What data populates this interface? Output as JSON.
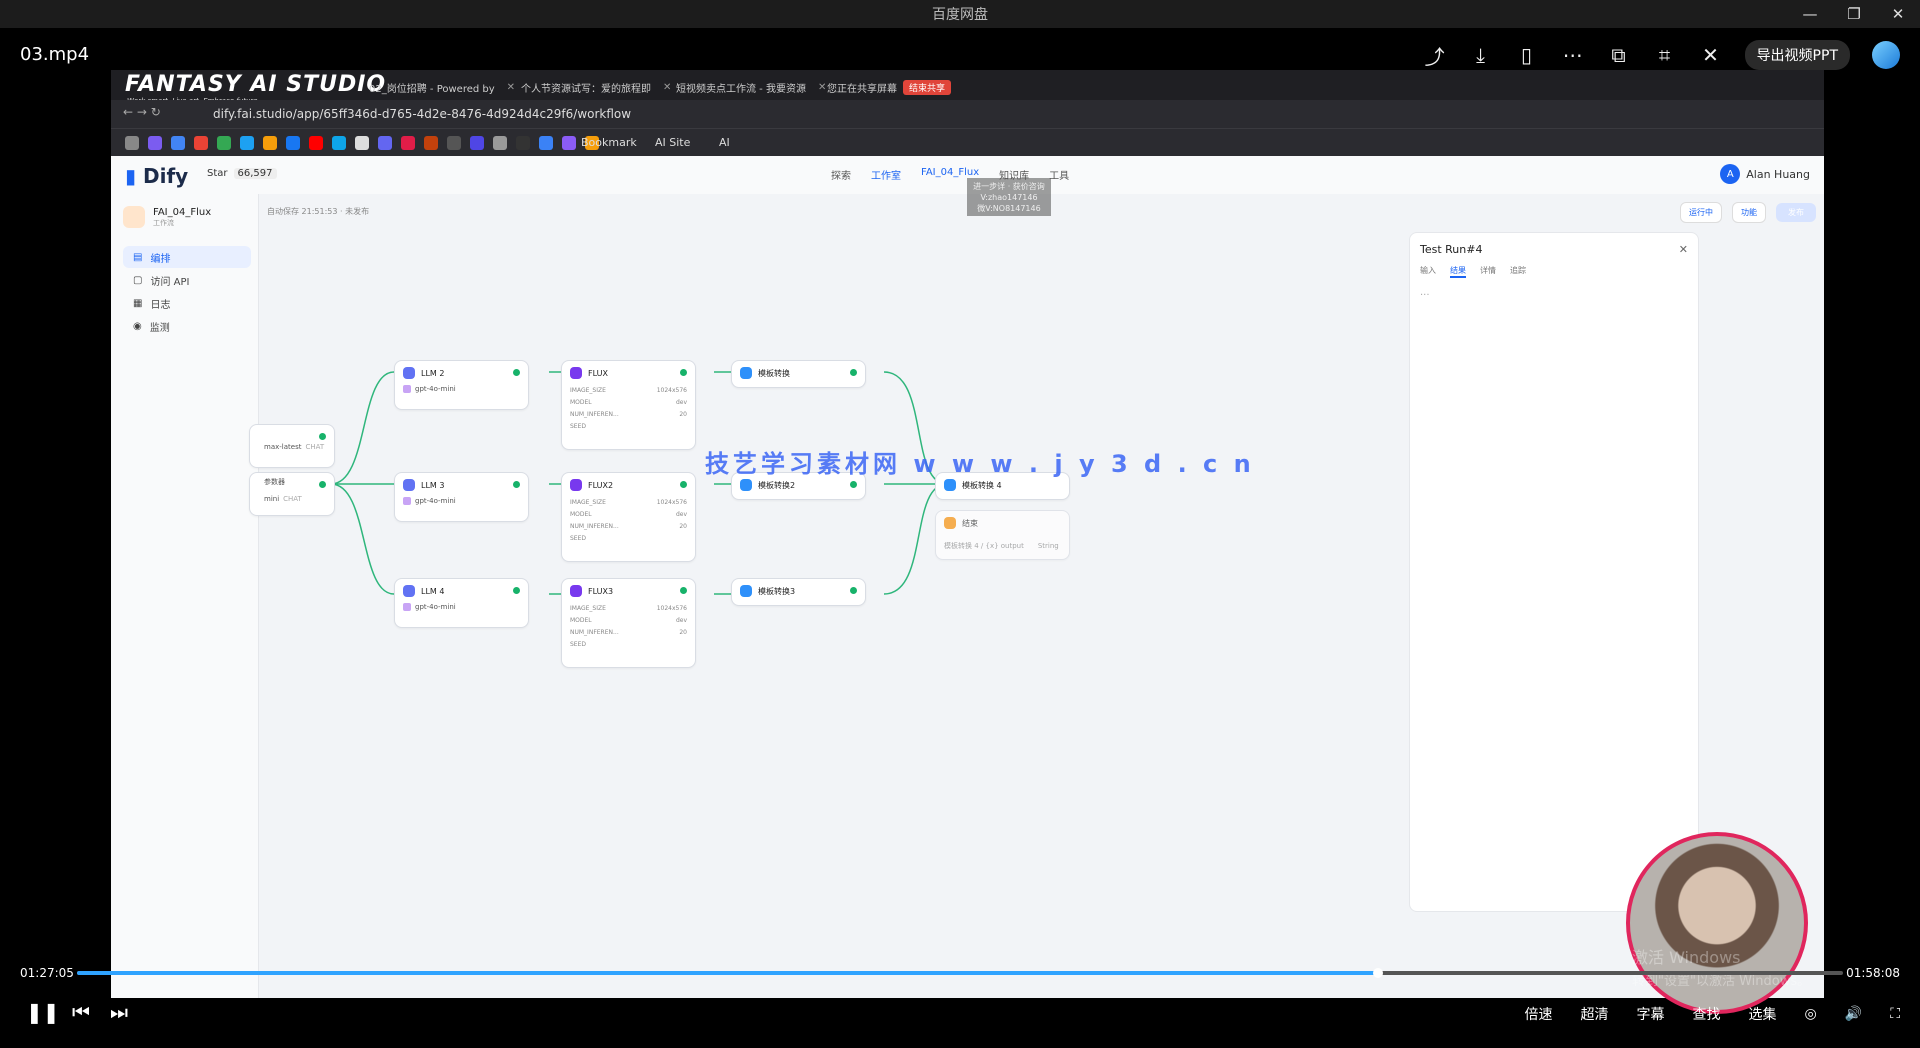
{
  "player": {
    "window_title": "百度网盘",
    "filename": "03.mp4",
    "export_label": "导出视频PPT",
    "time_current": "01:27:05",
    "time_total": "01:58:08",
    "progress": 0.7369,
    "speed_label": "倍速",
    "quality_label": "超清",
    "subtitle_label": "字幕",
    "search_label": "查找",
    "episodes_label": "选集"
  },
  "video": {
    "brand": "FANTASY AI STUDIO",
    "brand_tagline": "Work smart, Live art, Embrace future",
    "tabs": [
      {
        "label": "02_岗位招聘 - Powered by"
      },
      {
        "label": "个人节资源试写：爱的旅程即"
      },
      {
        "label": "短视频卖点工作流 - 我要资源"
      },
      {
        "label": "您正在共享屏幕"
      }
    ],
    "stop_share_label": "结束共享",
    "url": "dify.fai.studio/app/65ff346d-d765-4d2e-8476-4d924d4c29f6/workflow",
    "bookmarks": [
      "Bookmark",
      "AI Site",
      "AI"
    ],
    "watermark_text": "技艺学习素材网   w w w . j y 3 d . c n",
    "contact_box": [
      "进一步详 · 获价咨询",
      "V:zhao147146",
      "微V:NO8147146"
    ]
  },
  "dify": {
    "logo": "Dify",
    "github_label": "Star",
    "github_count": "66,597",
    "nav": {
      "explore": "探索",
      "studio": "工作室",
      "app": "FAI_04_Flux",
      "knowledge": "知识库",
      "tools": "工具"
    },
    "user": {
      "initial": "A",
      "name": "Alan Huang"
    },
    "app_name": "FAI_04_Flux",
    "app_type": "工作流",
    "sidebar": [
      "编排",
      "访问 API",
      "日志",
      "监测"
    ],
    "autosave": "自动保存 21:51:53 · 未发布",
    "toolbar": {
      "running": "运行中",
      "features": "功能",
      "publish": "发布"
    },
    "run_panel": {
      "title": "Test Run#4",
      "tabs": [
        "输入",
        "结果",
        "详情",
        "追踪"
      ],
      "placeholder": "..."
    }
  },
  "workflow": {
    "llm_nodes": [
      {
        "title": "LLM 2",
        "model": "gpt-4o-mini"
      },
      {
        "title": "LLM 3",
        "model": "gpt-4o-mini"
      },
      {
        "title": "LLM 4",
        "model": "gpt-4o-mini"
      }
    ],
    "flux_nodes": [
      {
        "title": "FLUX"
      },
      {
        "title": "FLUX2"
      },
      {
        "title": "FLUX3"
      }
    ],
    "flux_params": [
      {
        "key": "IMAGE_SIZE",
        "val": "1024x576"
      },
      {
        "key": "MODEL",
        "val": "dev"
      },
      {
        "key": "NUM_INFEREN...",
        "val": "20"
      },
      {
        "key": "SEED",
        "val": ""
      }
    ],
    "template_nodes": [
      {
        "title": "模板转换"
      },
      {
        "title": "模板转换2"
      },
      {
        "title": "模板转换3"
      }
    ],
    "merge_node": {
      "title": "模板转换 4",
      "sub": "结束",
      "output": "模板转换 4 / {x} output",
      "type": "String"
    },
    "left_nodes": [
      {
        "model": "max-latest",
        "badge": "CHAT"
      },
      {
        "title": "参数器",
        "model": "mini",
        "badge": "CHAT"
      }
    ]
  },
  "overlay": {
    "activate_line1": "激活 Windows",
    "activate_line2": "转到\"设置\"以激活 Windows。"
  }
}
